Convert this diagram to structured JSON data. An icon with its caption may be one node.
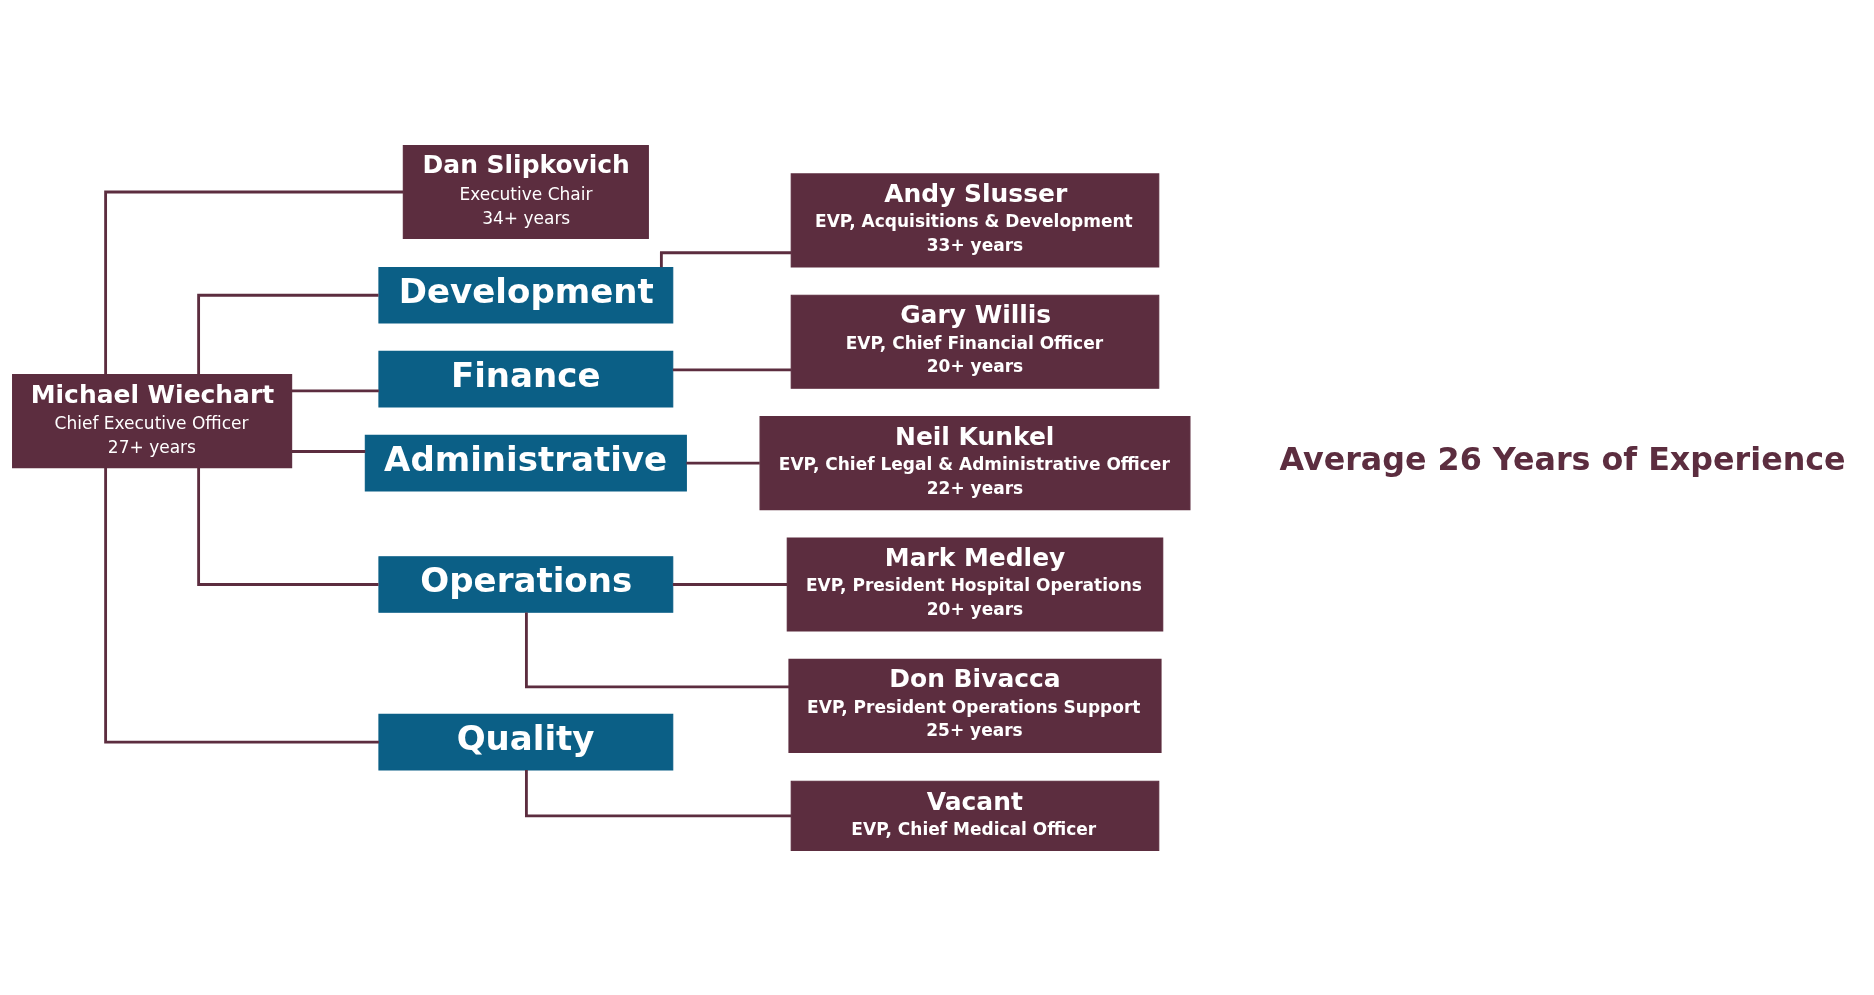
{
  "diagram": {
    "nodes": [
      {
        "text": [
          "Michael Wiechart",
          "Chief Executive Officer",
          "27+ years"
        ]
      },
      {
        "text": [
          "Dan Slipkovich",
          "Executive Chair",
          "34+ years"
        ]
      },
      {
        "text": [
          "Development"
        ]
      },
      {
        "text": [
          "Finance"
        ]
      },
      {
        "text": [
          "Administrative"
        ]
      },
      {
        "text": [
          "Operations"
        ]
      },
      {
        "text": [
          "Quality"
        ]
      },
      {
        "text": [
          "Andy Slusser",
          "EVP, Acquisitions & Development",
          "33+ years"
        ]
      },
      {
        "text": [
          "Gary Willis",
          "EVP, Chief Financial Officer",
          "20+ years"
        ]
      },
      {
        "text": [
          "Neil Kunkel",
          "EVP, Chief Legal & Administrative Officer",
          "22+ years"
        ]
      },
      {
        "text": [
          "Mark Medley",
          "EVP, President Hospital Operations",
          "20+ years"
        ]
      },
      {
        "text": [
          "Don Bivacca",
          "EVP, President Operations Support",
          "25+ years"
        ]
      },
      {
        "text": [
          "Vacant",
          "EVP, Chief Medical Officer"
        ]
      }
    ],
    "edges": [
      {
        "from": 0,
        "to": 1,
        "arrow": "none"
      },
      {
        "from": 0,
        "to": 2,
        "arrow": "none"
      },
      {
        "from": 0,
        "to": 3,
        "arrow": "none"
      },
      {
        "from": 0,
        "to": 4,
        "arrow": "none"
      },
      {
        "from": 0,
        "to": 5,
        "arrow": "none"
      },
      {
        "from": 0,
        "to": 6,
        "arrow": "none"
      },
      {
        "from": 2,
        "to": 7,
        "arrow": "none"
      },
      {
        "from": 3,
        "to": 8,
        "arrow": "none"
      },
      {
        "from": 4,
        "to": 9,
        "arrow": "none"
      },
      {
        "from": 5,
        "to": 10,
        "arrow": "none"
      },
      {
        "from": 5,
        "to": 11,
        "arrow": "none"
      },
      {
        "from": 6,
        "to": 12,
        "arrow": "none"
      }
    ],
    "labels": [
      "Average 26 Years of Experience"
    ]
  }
}
